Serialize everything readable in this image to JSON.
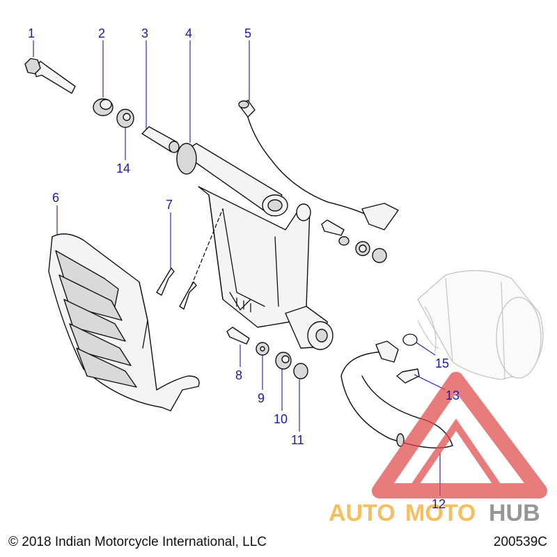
{
  "diagram": {
    "callouts": [
      {
        "id": "1",
        "label": "1"
      },
      {
        "id": "2",
        "label": "2"
      },
      {
        "id": "3",
        "label": "3"
      },
      {
        "id": "4",
        "label": "4"
      },
      {
        "id": "5",
        "label": "5"
      },
      {
        "id": "6",
        "label": "6"
      },
      {
        "id": "7",
        "label": "7"
      },
      {
        "id": "8",
        "label": "8"
      },
      {
        "id": "9",
        "label": "9"
      },
      {
        "id": "10",
        "label": "10"
      },
      {
        "id": "11",
        "label": "11"
      },
      {
        "id": "12",
        "label": "12"
      },
      {
        "id": "13",
        "label": "13"
      },
      {
        "id": "14",
        "label": "14"
      },
      {
        "id": "15",
        "label": "15"
      }
    ],
    "colors": {
      "callout": "#1a1aa8",
      "watermark_red": "#e04a4a",
      "watermark_orange": "#f2a623",
      "watermark_gray": "#6e6e6e"
    }
  },
  "footer": {
    "copyright": "© 2018 Indian Motorcycle International, LLC",
    "diagram_code": "200539C"
  },
  "watermark": {
    "part_a": "AUTO",
    "part_b": "MOTO",
    "part_c": "HUB"
  }
}
